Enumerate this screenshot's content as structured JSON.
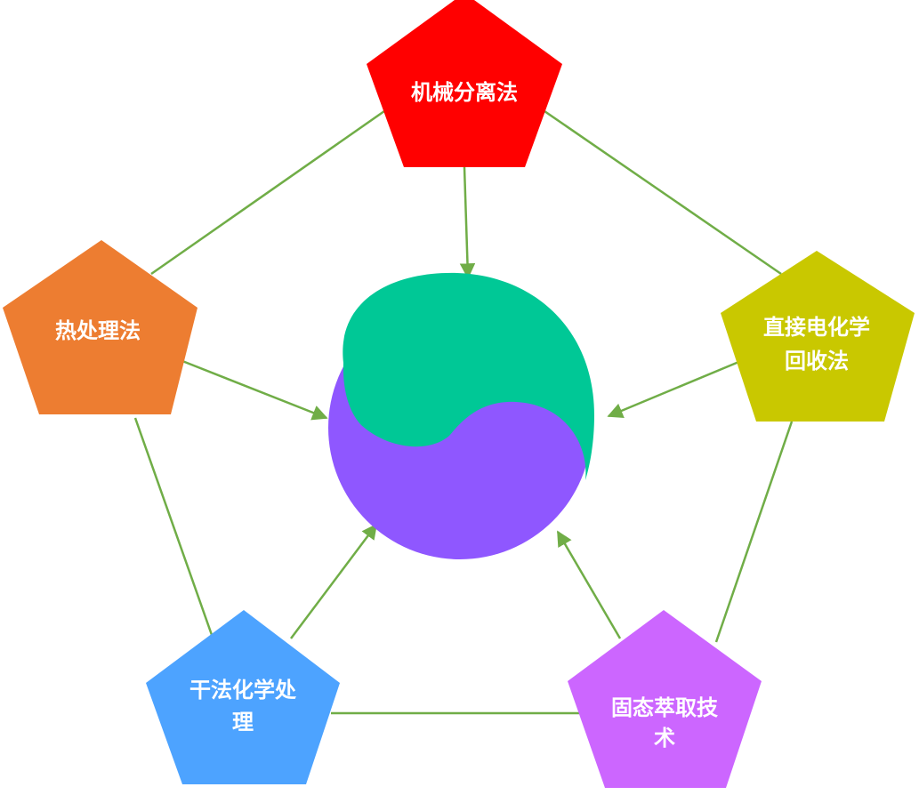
{
  "nodes": [
    {
      "id": "top",
      "lines": [
        "机械分离法"
      ],
      "color": "#ff0000"
    },
    {
      "id": "left",
      "lines": [
        "热处理法"
      ],
      "color": "#ed7d31"
    },
    {
      "id": "right",
      "lines": [
        "直接电化学",
        "回收法"
      ],
      "color": "#c9c800"
    },
    {
      "id": "bottom-left",
      "lines": [
        "干法化学处",
        "理"
      ],
      "color": "#4da3ff"
    },
    {
      "id": "bottom-right",
      "lines": [
        "固态萃取技",
        "术"
      ],
      "color": "#cc66ff"
    }
  ],
  "center": {
    "colors": {
      "top": "#00c896",
      "bottom": "#8f57ff"
    }
  },
  "edge_color": "#70ad47"
}
